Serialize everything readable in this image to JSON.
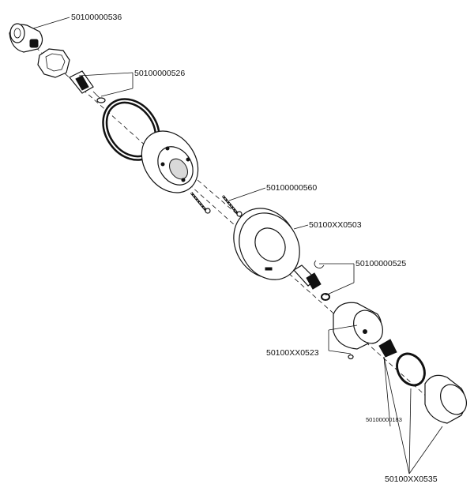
{
  "labels": {
    "p536": "50100000536",
    "p526": "50100000526",
    "p560": "50100000560",
    "p503": "50100XX0503",
    "p525": "50100000525",
    "p523": "50100XX0523",
    "p183": "50100000183",
    "p535": "50100XX0535"
  }
}
